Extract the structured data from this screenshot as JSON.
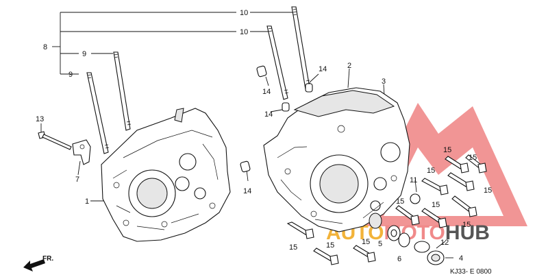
{
  "diagram": {
    "callouts": [
      "1",
      "2",
      "3",
      "4",
      "5",
      "6",
      "7",
      "8",
      "9",
      "9",
      "10",
      "10",
      "11",
      "12",
      "13",
      "14",
      "14",
      "14",
      "14",
      "15",
      "15",
      "15",
      "15",
      "15",
      "15",
      "15",
      "15",
      "15",
      "15"
    ],
    "direction_label": "FR.",
    "drawing_code": "KJ33- E 0800"
  },
  "watermark": {
    "text_auto": "AUTO",
    "text_moto": "MOTO",
    "text_hub": "HUB",
    "colors": {
      "auto": "#f2b33a",
      "moto": "#f08a8a",
      "hub": "#555555",
      "triangle": "#f08a8a"
    }
  }
}
